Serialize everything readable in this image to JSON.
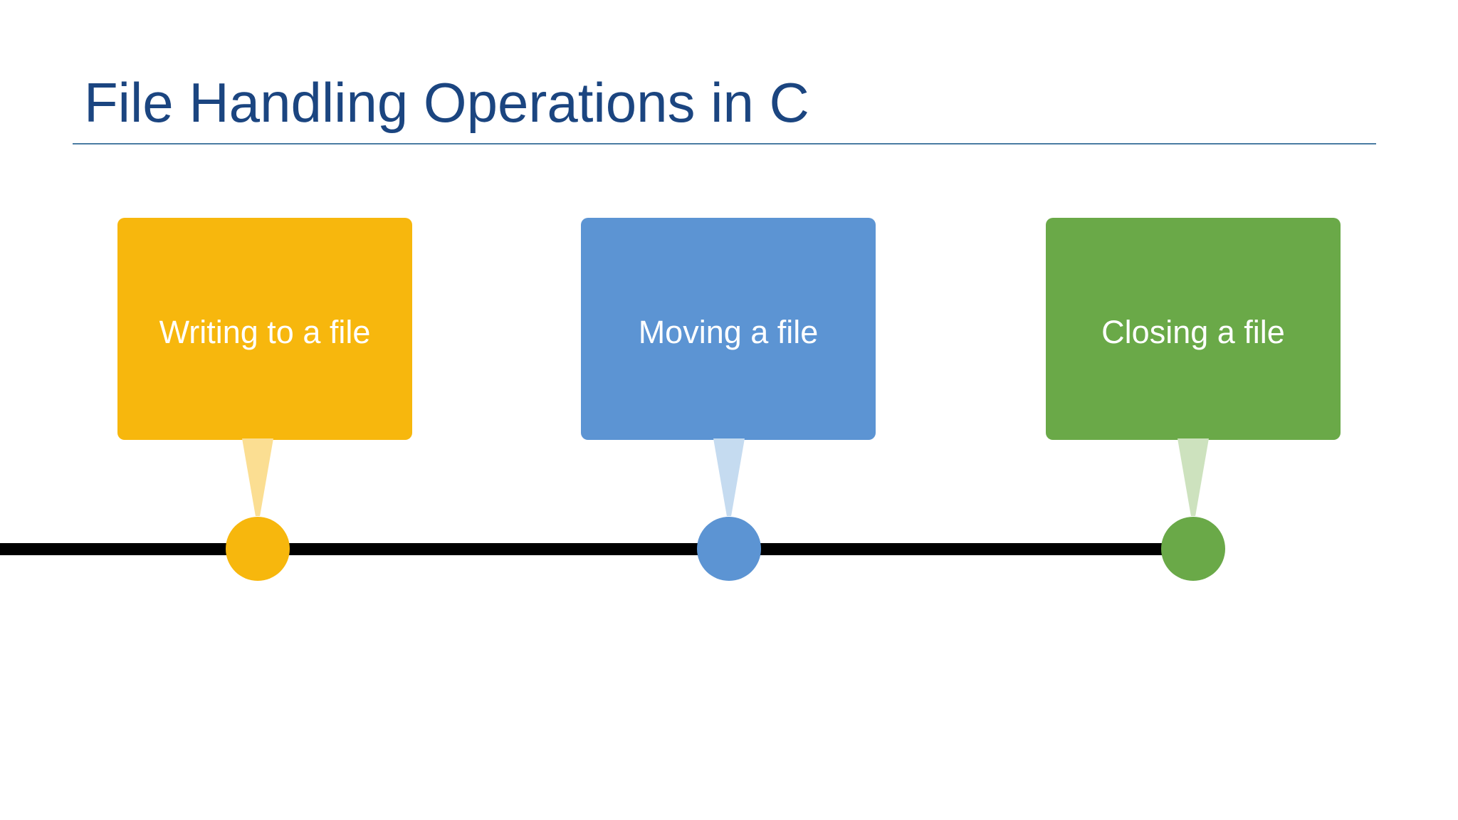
{
  "slide": {
    "title": "File Handling Operations in C",
    "colors": {
      "background": "#FFFFFF",
      "title_text": "#1B4580",
      "divider": "#4B7CA3",
      "timeline_bar": "#000000",
      "box_label_text": "#FFFFFF"
    },
    "timeline": {
      "items": [
        {
          "label": "Writing to a file",
          "box_fill": "#F7B70D",
          "pointer_fill": "#FBDE92",
          "dot_fill": "#F7B70D"
        },
        {
          "label": "Moving a file",
          "box_fill": "#5C94D3",
          "pointer_fill": "#C5DBF0",
          "dot_fill": "#5C94D3"
        },
        {
          "label": "Closing a file",
          "box_fill": "#6AA948",
          "pointer_fill": "#CDE2BE",
          "dot_fill": "#6AA948"
        }
      ]
    }
  }
}
